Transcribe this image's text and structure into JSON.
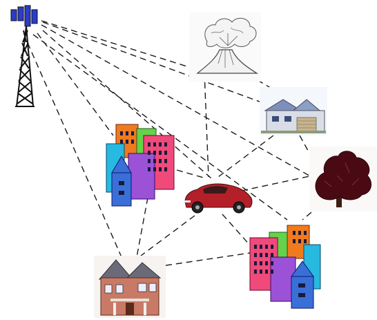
{
  "nodes": [
    {
      "id": "tower",
      "icon": "cell-tower-icon"
    },
    {
      "id": "volcano",
      "icon": "volcano-icon"
    },
    {
      "id": "house-top",
      "icon": "house-icon"
    },
    {
      "id": "tree",
      "icon": "tree-icon"
    },
    {
      "id": "city-left",
      "icon": "city-buildings-icon"
    },
    {
      "id": "car",
      "icon": "car-icon"
    },
    {
      "id": "house-bottom",
      "icon": "brick-house-icon"
    },
    {
      "id": "city-right",
      "icon": "city-buildings-icon"
    }
  ],
  "links": [
    [
      "tower",
      "volcano"
    ],
    [
      "tower",
      "house-top"
    ],
    [
      "tower",
      "tree"
    ],
    [
      "tower",
      "city-left"
    ],
    [
      "tower",
      "car"
    ],
    [
      "tower",
      "house-bottom"
    ],
    [
      "tower",
      "city-right"
    ],
    [
      "volcano",
      "car"
    ],
    [
      "volcano",
      "house-top"
    ],
    [
      "house-top",
      "car"
    ],
    [
      "house-top",
      "tree"
    ],
    [
      "city-left",
      "car"
    ],
    [
      "city-left",
      "house-bottom"
    ],
    [
      "car",
      "tree"
    ],
    [
      "car",
      "house-bottom"
    ],
    [
      "car",
      "city-right"
    ],
    [
      "tree",
      "city-right"
    ],
    [
      "house-bottom",
      "city-right"
    ]
  ],
  "colors": {
    "link": "#1a1a1a",
    "car": "#b3202a",
    "building_orange": "#f07a1e",
    "building_pink": "#ef4a7a",
    "building_cyan": "#27b9e0",
    "building_blue": "#3a6fd8",
    "building_green": "#63d34a",
    "building_purple": "#9b52d6",
    "tree": "#4a0a14",
    "house_brick": "#c97a66",
    "house_blue_roof": "#8aa0c8",
    "tower_blue": "#2b3cc8"
  }
}
